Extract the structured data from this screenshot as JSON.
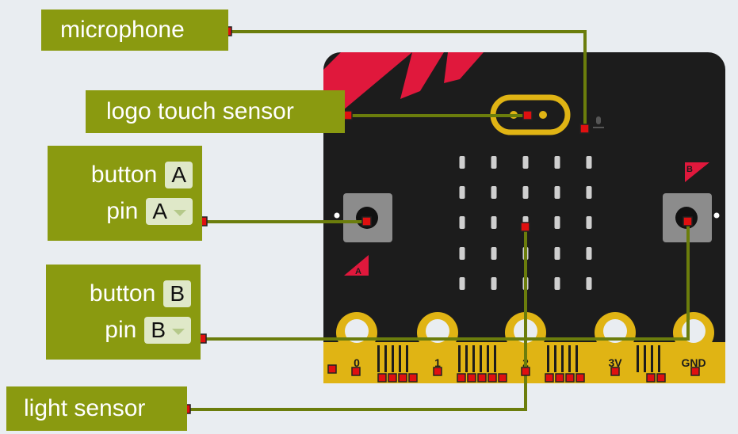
{
  "colors": {
    "background": "#e9edf1",
    "block": "#8a9a10",
    "wire": "#6b7d0c",
    "connector": "#e01010",
    "board": "#1c1c1c",
    "accent_red": "#e0183c",
    "gold": "#e0b414"
  },
  "blocks": {
    "microphone": {
      "label": "microphone"
    },
    "logo": {
      "label": "logo touch sensor"
    },
    "button_a": {
      "label": "button",
      "value": "A",
      "pin_label": "pin",
      "pin_value": "A"
    },
    "button_b": {
      "label": "button",
      "value": "B",
      "pin_label": "pin",
      "pin_value": "B"
    },
    "light": {
      "label": "light sensor"
    }
  },
  "board": {
    "button_a_marker": "A",
    "button_b_marker": "B",
    "pins": [
      "0",
      "1",
      "2",
      "3V",
      "GND"
    ],
    "icons": [
      "microphone-icon",
      "logo-touch-icon"
    ]
  }
}
